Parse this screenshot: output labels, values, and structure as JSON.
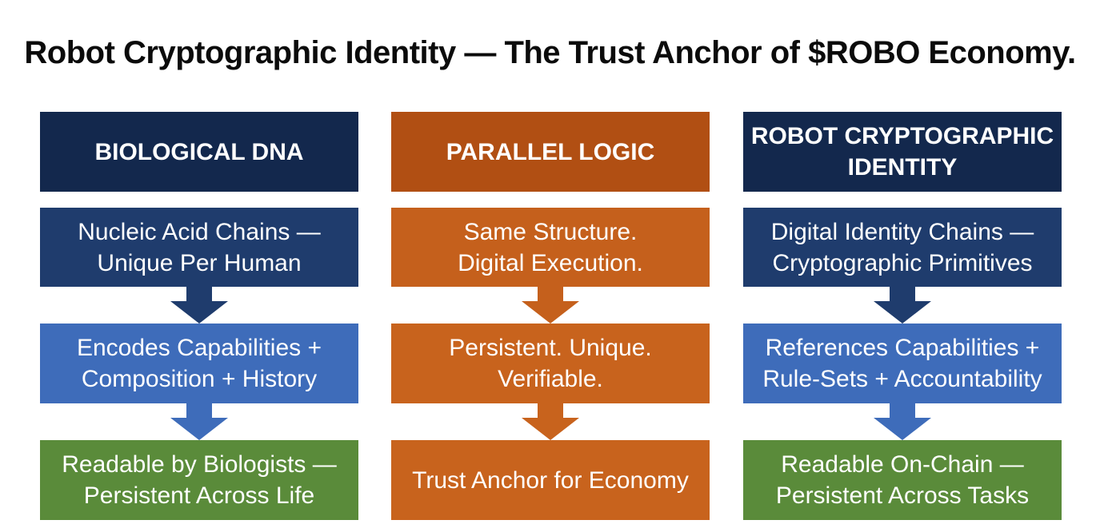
{
  "title": "Robot Cryptographic Identity — The Trust Anchor of $ROBO Economy.",
  "columns": [
    {
      "header": "BIOLOGICAL DNA",
      "steps": [
        "Nucleic Acid Chains —\nUnique Per Human",
        "Encodes Capabilities +\nComposition + History",
        "Readable by Biologists —\nPersistent Across Life"
      ],
      "colors": {
        "header": "#13284d",
        "step1": "#1f3c6d",
        "step2": "#3e6cba",
        "step3": "#5a8b3a"
      }
    },
    {
      "header": "PARALLEL LOGIC",
      "steps": [
        "Same Structure.\nDigital Execution.",
        "Persistent. Unique.\nVerifiable.",
        "Trust Anchor for Economy"
      ],
      "colors": {
        "header": "#b14f13",
        "step1": "#c5601c",
        "step2": "#c8631d",
        "step3": "#c8631d"
      }
    },
    {
      "header": "ROBOT CRYPTOGRAPHIC\nIDENTITY",
      "steps": [
        "Digital Identity Chains —\nCryptographic Primitives",
        "References Capabilities +\nRule-Sets + Accountability",
        "Readable On-Chain —\nPersistent Across Tasks"
      ],
      "colors": {
        "header": "#13284d",
        "step1": "#1f3c6d",
        "step2": "#3e6cba",
        "step3": "#5a8b3a"
      }
    }
  ]
}
